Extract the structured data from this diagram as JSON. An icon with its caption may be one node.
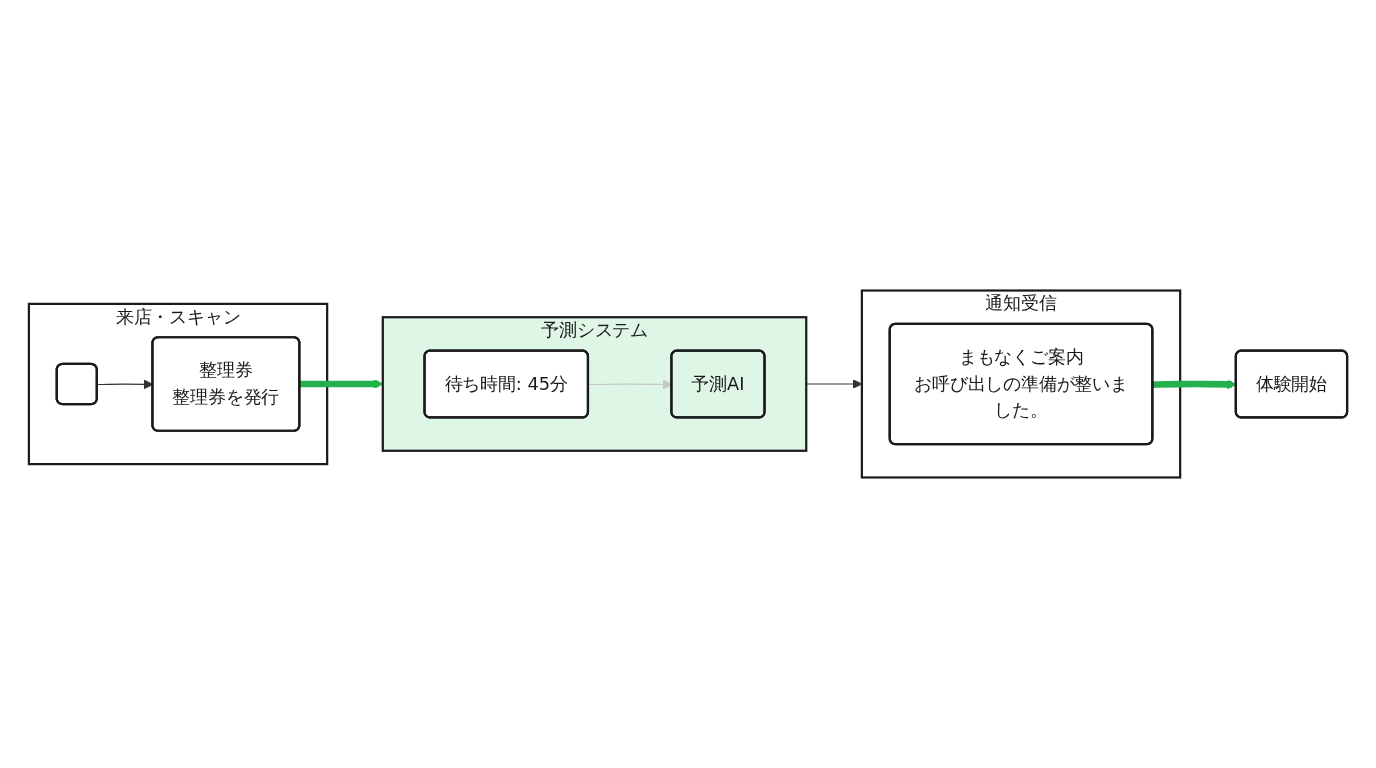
{
  "diagram": {
    "nodes": [
      {
        "text": [
          "来店・スキャン"
        ]
      },
      {
        "text": [],
        "shape": "box",
        "in": 0
      },
      {
        "text": [
          "整理券",
          "整理券を発行"
        ],
        "in": 0
      },
      {
        "text": [
          "予測システム"
        ]
      },
      {
        "text": [
          "待ち時間: 45分"
        ],
        "in": 3
      },
      {
        "text": [
          "予測AI"
        ],
        "in": 3
      },
      {
        "text": [
          "通知受信"
        ]
      },
      {
        "text": [
          "まもなくご案内",
          "お呼び出しの準備が整いました。"
        ],
        "in": 6
      },
      {
        "text": [
          "体験開始"
        ]
      }
    ],
    "edges": [
      {
        "from": 1,
        "to": 2,
        "arrow": "to"
      },
      {
        "from": 2,
        "to": 3,
        "arrow": "to",
        "style": "thick",
        "color": "#22b14c"
      },
      {
        "from": 4,
        "to": 5,
        "arrow": "to",
        "color": "#c4c8c6"
      },
      {
        "from": 3,
        "to": 6,
        "arrow": "to"
      },
      {
        "from": 7,
        "to": 8,
        "arrow": "to",
        "style": "thick",
        "color": "#22b14c"
      }
    ]
  }
}
